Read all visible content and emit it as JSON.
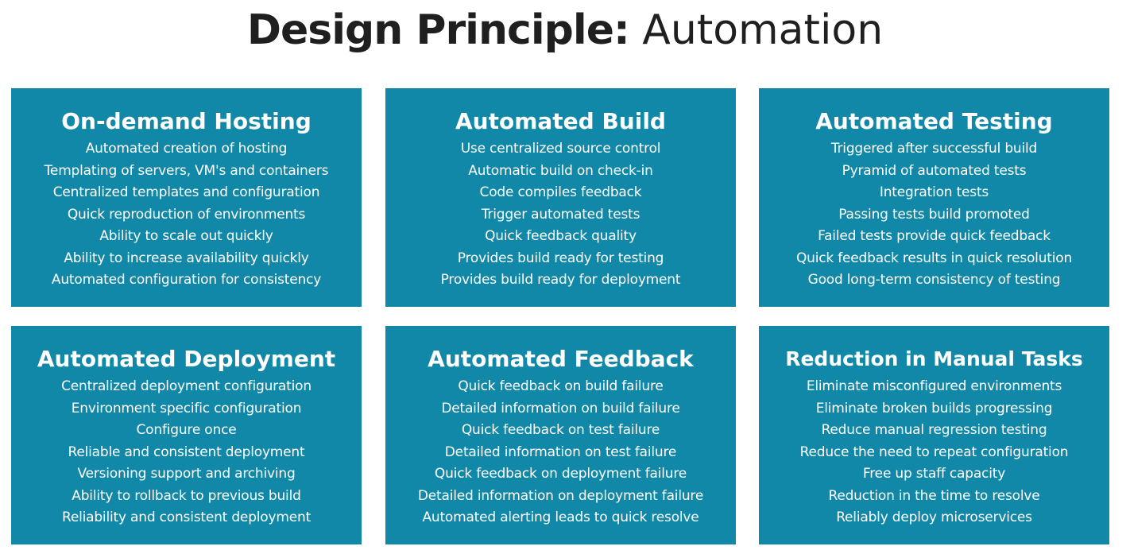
{
  "title": {
    "bold": "Design Principle:",
    "light": "Automation"
  },
  "colors": {
    "card_background": "#1188a8",
    "card_text": "#ffffff",
    "title_text": "#1f1f1f"
  },
  "cards": [
    {
      "heading": "On-demand Hosting",
      "items": [
        "Automated creation of hosting",
        "Templating of servers, VM's and containers",
        "Centralized templates and configuration",
        "Quick reproduction of environments",
        "Ability to scale out quickly",
        "Ability to increase availability quickly",
        "Automated configuration for consistency"
      ]
    },
    {
      "heading": "Automated Build",
      "items": [
        "Use centralized source control",
        "Automatic build on check-in",
        "Code compiles feedback",
        "Trigger automated tests",
        "Quick feedback quality",
        "Provides build ready for testing",
        "Provides build ready for deployment"
      ]
    },
    {
      "heading": "Automated Testing",
      "items": [
        "Triggered after successful build",
        "Pyramid of automated tests",
        "Integration tests",
        "Passing tests build promoted",
        "Failed tests provide quick feedback",
        "Quick feedback results in quick resolution",
        "Good long-term consistency of testing"
      ]
    },
    {
      "heading": "Automated Deployment",
      "items": [
        "Centralized deployment configuration",
        "Environment specific configuration",
        "Configure once",
        "Reliable and consistent deployment",
        "Versioning support and archiving",
        "Ability to rollback to previous build",
        "Reliability and consistent deployment"
      ]
    },
    {
      "heading": "Automated Feedback",
      "items": [
        "Quick feedback on build failure",
        "Detailed information on build failure",
        "Quick feedback on test failure",
        "Detailed information on test failure",
        "Quick feedback on deployment failure",
        "Detailed information on deployment failure",
        "Automated alerting leads to quick resolve"
      ]
    },
    {
      "heading": "Reduction in Manual Tasks",
      "items": [
        "Eliminate misconfigured environments",
        "Eliminate broken builds progressing",
        "Reduce manual regression testing",
        "Reduce the need to repeat configuration",
        "Free up staff capacity",
        "Reduction in the time to resolve",
        "Reliably deploy microservices"
      ]
    }
  ]
}
